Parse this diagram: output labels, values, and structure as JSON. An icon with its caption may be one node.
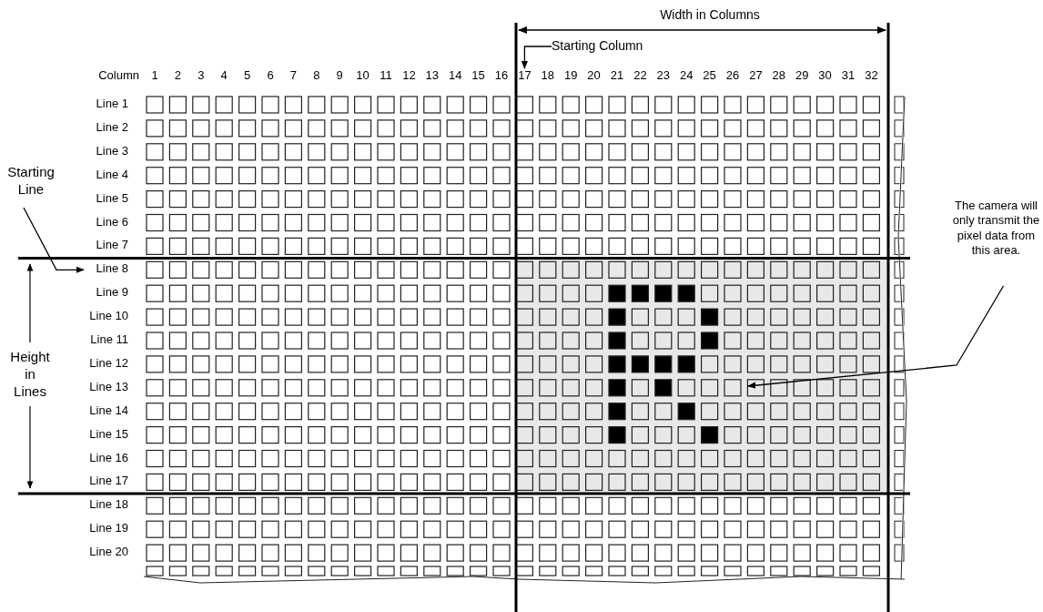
{
  "diagram": {
    "nodes": [
      {
        "text": [
          "Starting Column"
        ]
      },
      {
        "text": [
          "17"
        ]
      },
      {
        "text": [
          "Starting Line"
        ]
      },
      {
        "text": [
          "The camera will only transmit the pixel data from this area."
        ]
      },
      {
        "text": [
          "Line 8"
        ]
      },
      {
        "text": [],
        "shape": "box"
      }
    ],
    "edges": [
      {
        "from": 0,
        "to": 1,
        "arrow": "to"
      },
      {
        "from": 2,
        "to": 4,
        "arrow": "to"
      },
      {
        "from": 3,
        "to": 5,
        "arrow": "to"
      }
    ],
    "labels": [
      "Width in Columns",
      "Column",
      "1",
      "2",
      "3",
      "4",
      "5",
      "6",
      "7",
      "8",
      "9",
      "10",
      "11",
      "12",
      "13",
      "14",
      "15",
      "16",
      "18",
      "19",
      "20",
      "21",
      "22",
      "23",
      "24",
      "25",
      "26",
      "27",
      "28",
      "29",
      "30",
      "31",
      "32",
      "Line 1",
      "Line 2",
      "Line 3",
      "Line 4",
      "Line 5",
      "Line 6",
      "Line 7",
      "Line 9",
      "Line 10",
      "Line 11",
      "Line 12",
      "Line 13",
      "Line 14",
      "Line 15",
      "Line 16",
      "Line 17",
      "Line 18",
      "Line 19",
      "Line 20",
      "Height in Lines"
    ]
  }
}
